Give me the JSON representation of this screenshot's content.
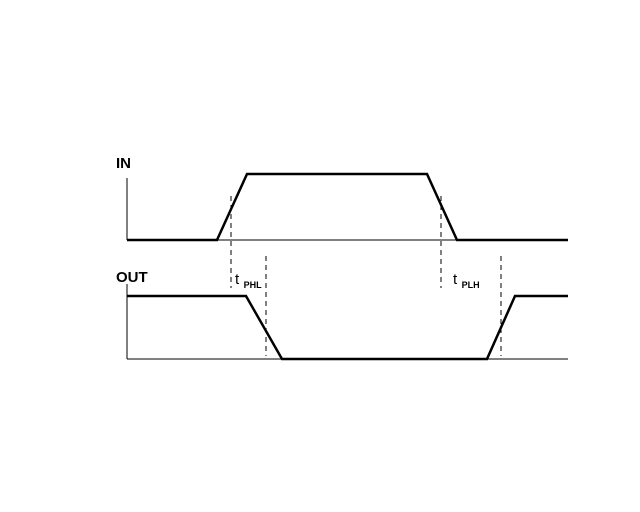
{
  "signals": {
    "in_label": "IN",
    "out_label": "OUT"
  },
  "timing": {
    "tphl": {
      "main": "t",
      "sub": "PHL"
    },
    "tplh": {
      "main": "t",
      "sub": "PLH"
    }
  },
  "colors": {
    "line": "#000000",
    "background": "#ffffff"
  }
}
